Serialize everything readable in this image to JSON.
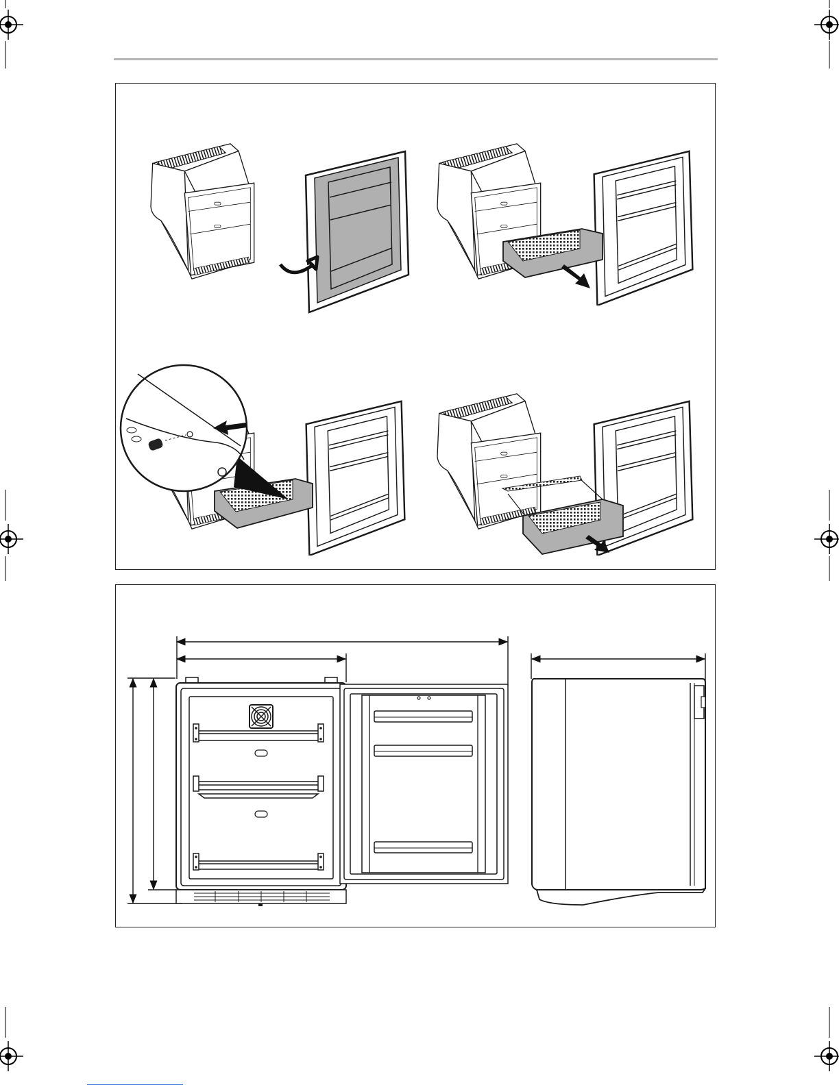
{
  "colors": {
    "line": "#1a1a1a",
    "panel_fill": "#ffffff",
    "highlight_fill": "#b0b0b0",
    "rule": "#b5b5b5",
    "accent_rule": "#3b6fd8"
  },
  "icons": {
    "registration": "registration-mark-icon",
    "rotate_arrow": "curved-arrow-icon",
    "pull_arrow": "arrow-icon",
    "fan": "fan-icon"
  },
  "figures": {
    "installation_steps": {
      "panels": 4
    },
    "dimensions": {
      "views": [
        "front-open",
        "door-inner",
        "side"
      ]
    }
  }
}
